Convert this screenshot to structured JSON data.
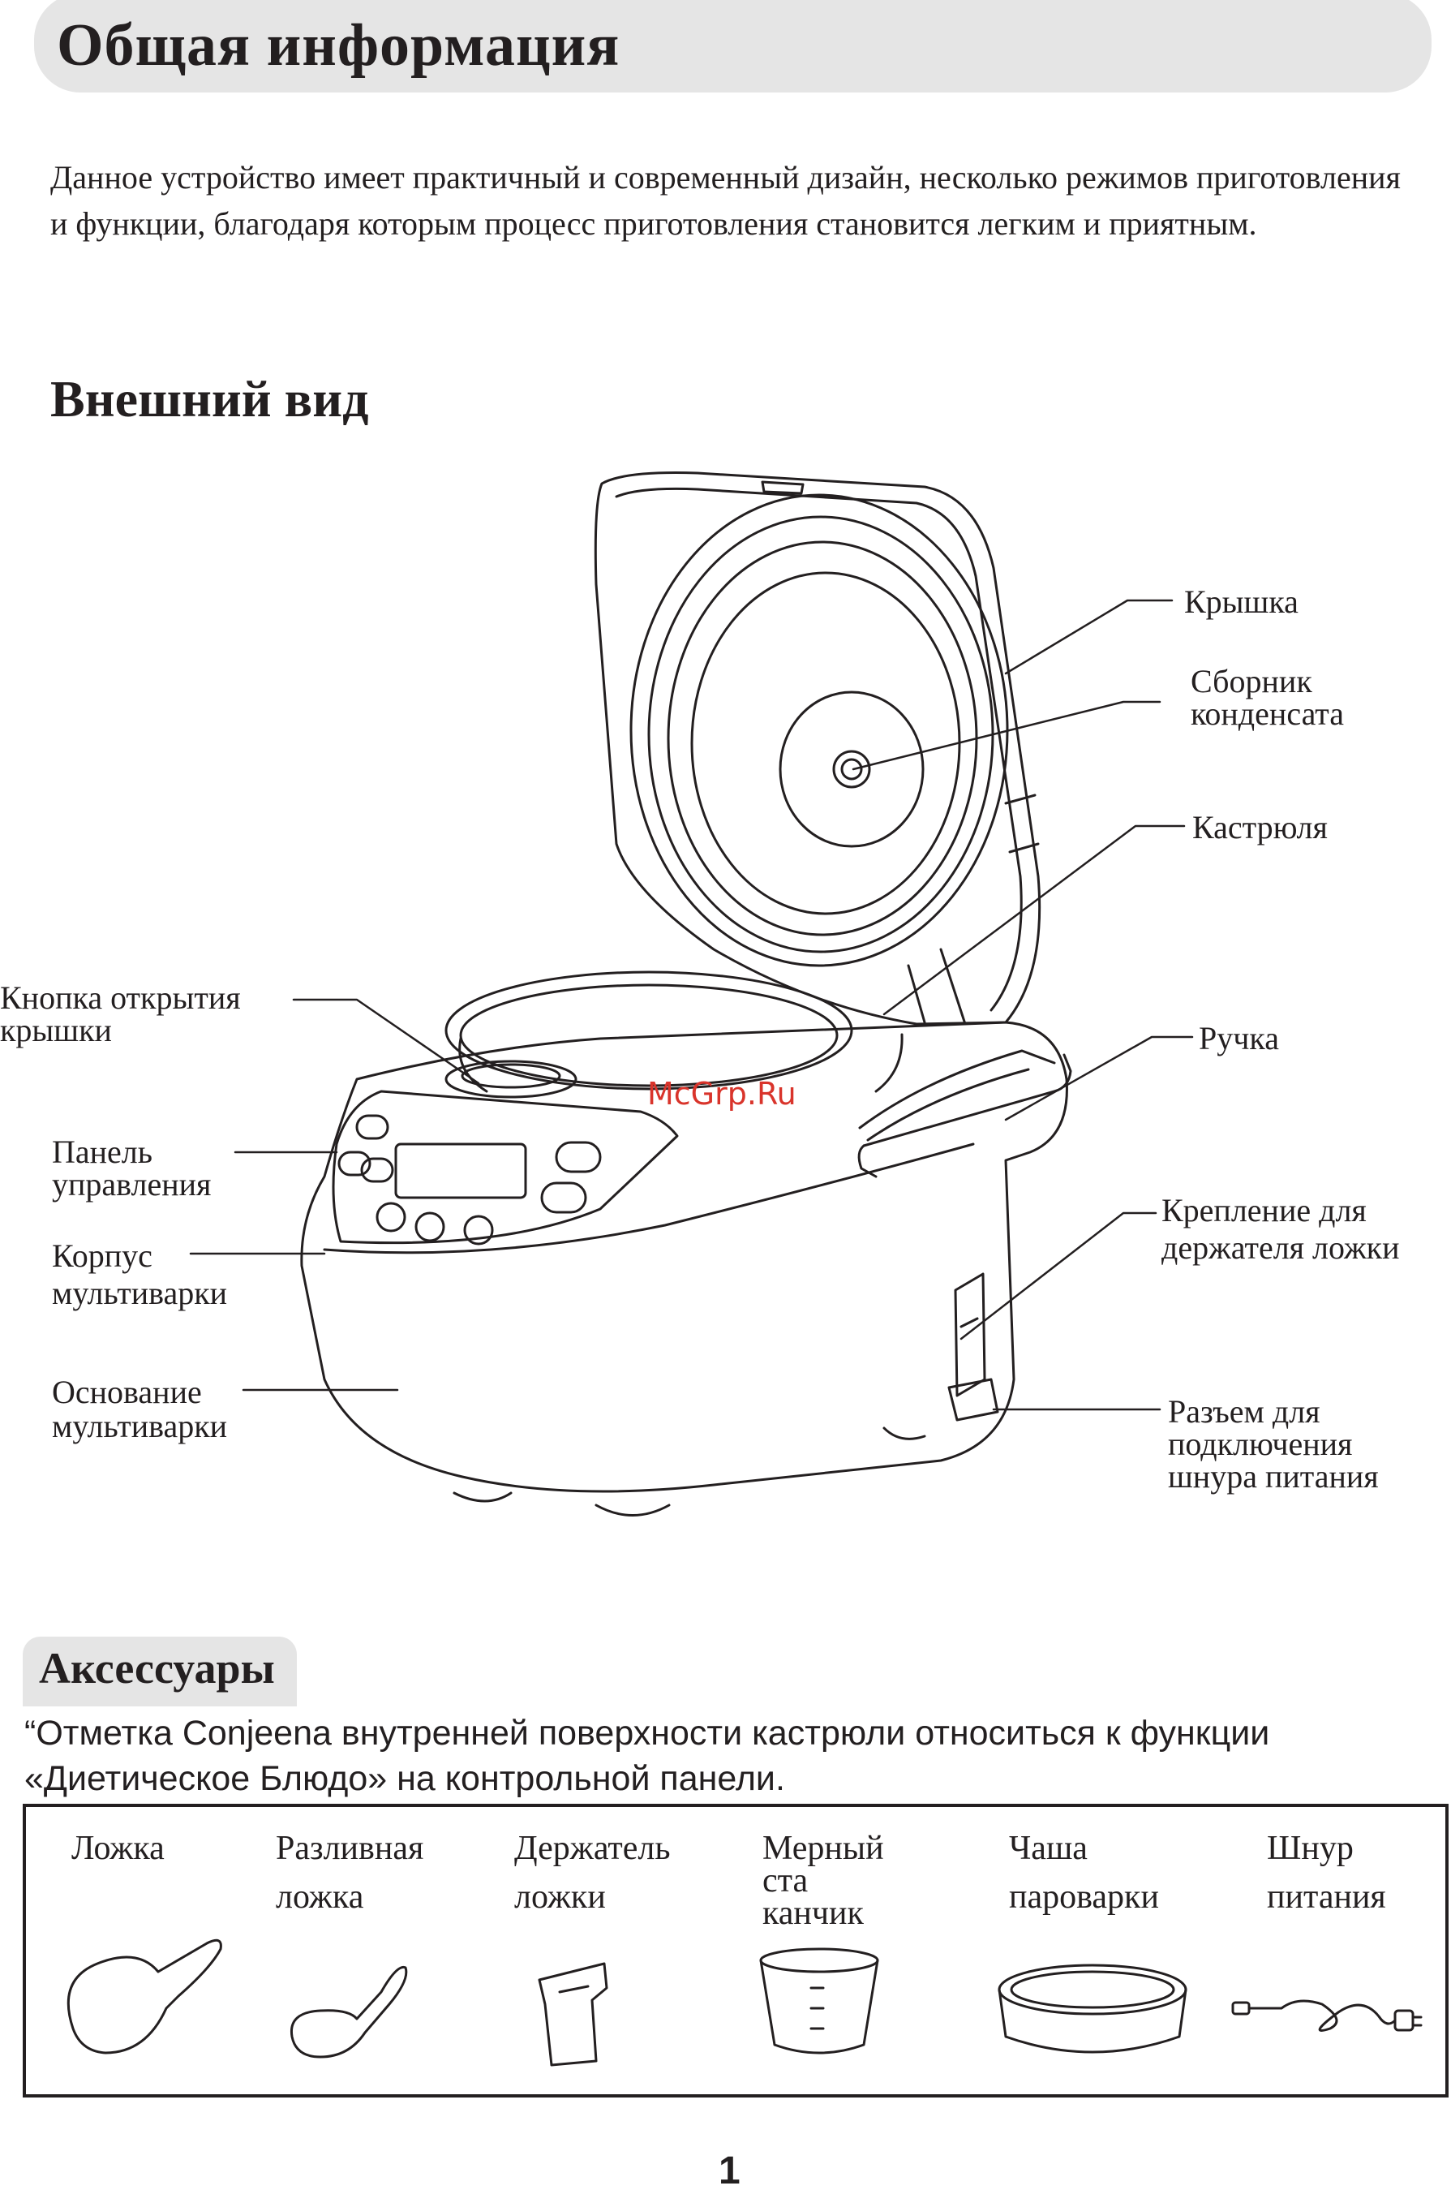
{
  "header": {
    "title": "Общая информация"
  },
  "intro": "Данное устройство имеет практичный и современный дизайн, несколько режимов приготовления и функции, благодаря которым процесс приготовления становится легким и приятным.",
  "appearance": {
    "title": "Внешний вид",
    "labels": {
      "lid": "Крышка",
      "condensate_1": "Сборник",
      "condensate_2": "конденсата",
      "pot": "Кастрюля",
      "lid_button_1": "Кнопка открытия",
      "lid_button_2": "крышки",
      "handle": "Ручка",
      "panel_1": "Панель",
      "panel_2": "управления",
      "spoon_mount_1": "Крепление для",
      "spoon_mount_2": "держателя ложки",
      "body_1": "Корпус",
      "body_2": "мультиварки",
      "base_1": "Основание",
      "base_2": "мультиварки",
      "socket_1": "Разъем для",
      "socket_2": "подключения",
      "socket_3": "шнура питания"
    },
    "watermark": "McGrp.Ru"
  },
  "accessories": {
    "title": "Аксессуары",
    "note": "“Отметка Conjeena внутренней поверхности кастрюли относиться к функции «Диетическое Блюдо» на контрольной панели.",
    "items": [
      {
        "line1": "Ложка",
        "line2": ""
      },
      {
        "line1": "Разливная",
        "line2": "ложка"
      },
      {
        "line1": "Держатель",
        "line2": "ложки"
      },
      {
        "line1": "Мерный",
        "line2": "ста",
        "line3": "канчик"
      },
      {
        "line1": "Чаша",
        "line2": "пароварки"
      },
      {
        "line1": "Шнур",
        "line2": "питания"
      }
    ]
  },
  "page_number": "1"
}
